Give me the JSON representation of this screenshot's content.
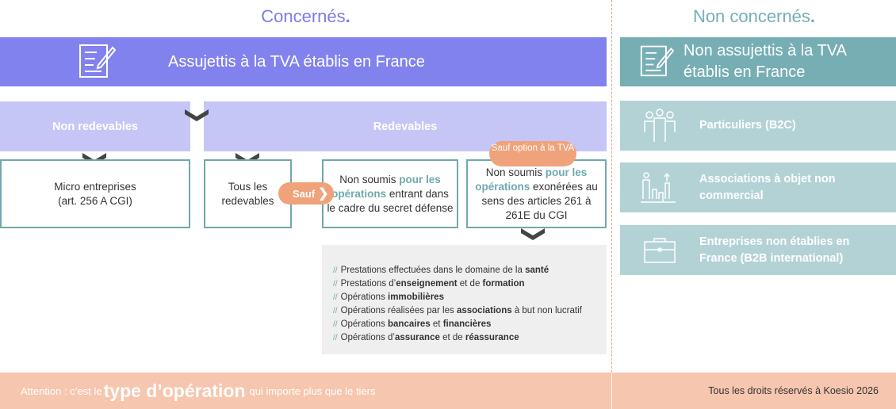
{
  "concernes": {
    "title": "Concernés",
    "dot": "."
  },
  "non_concernes": {
    "title": "Non concernés",
    "dot": "."
  },
  "header_left": {
    "label": "Assujettis à la TVA établis en France",
    "icon": "document-edit-icon"
  },
  "header_right": {
    "label_line1": "Non assujettis à la TVA",
    "label_line2": "établis en France",
    "icon": "document-edit-icon"
  },
  "non_redevables": {
    "label": "Non redevables"
  },
  "redevables": {
    "label": "Redevables"
  },
  "boxes": {
    "micro": {
      "line1": "Micro entreprises",
      "line2": "(art. 256 A CGI)"
    },
    "tous": {
      "line1": "Tous les",
      "line2": "redevables"
    },
    "secret": {
      "pre": "Non soumis ",
      "hl": "pour les opérations",
      "post": " entrant dans le cadre du secret défense"
    },
    "exon": {
      "pre": "Non soumis ",
      "hl": "pour les opérations",
      "post": " exonérées au sens des articles 261 à 261E du CGI"
    }
  },
  "sauf": {
    "label": "Sauf"
  },
  "sauf_option": {
    "label": "Sauf option à la TVA"
  },
  "exonerations": [
    [
      {
        "t": "Prestations effectuées dans le domaine de la "
      },
      {
        "t": "santé",
        "b": true
      }
    ],
    [
      {
        "t": "Prestations d’"
      },
      {
        "t": "enseignement",
        "b": true
      },
      {
        "t": " et de "
      },
      {
        "t": "formation",
        "b": true
      }
    ],
    [
      {
        "t": "Opérations "
      },
      {
        "t": "immobilières",
        "b": true
      }
    ],
    [
      {
        "t": "Opérations réalisées par les "
      },
      {
        "t": "associations",
        "b": true
      },
      {
        "t": " à but non lucratif"
      }
    ],
    [
      {
        "t": "Opérations "
      },
      {
        "t": "bancaires",
        "b": true
      },
      {
        "t": " et "
      },
      {
        "t": "financières",
        "b": true
      }
    ],
    [
      {
        "t": "Opérations d’"
      },
      {
        "t": "assurance",
        "b": true
      },
      {
        "t": " et de "
      },
      {
        "t": "réassurance",
        "b": true
      }
    ]
  ],
  "non_concernes_items": [
    {
      "label": "Particuliers (B2C)",
      "icon": "people-group-icon"
    },
    {
      "label": "Associations à objet non commercial",
      "icon": "growth-chart-person-icon"
    },
    {
      "label": "Entreprises non établies en France (B2B international)",
      "icon": "briefcase-icon"
    }
  ],
  "footer": {
    "pre": "Attention : c’est le ",
    "big": "type d’opération",
    "post": " qui importe plus que le tiers",
    "copyright": "Tous les droits réservés à Koesio 2026"
  },
  "colors": {
    "purple": "#8282ee",
    "light_purple": "#c6c6f6",
    "teal": "#76aeb4",
    "light_teal": "#b3d2d6",
    "salmon": "#f6c6ae",
    "orange": "#f0a27a"
  }
}
